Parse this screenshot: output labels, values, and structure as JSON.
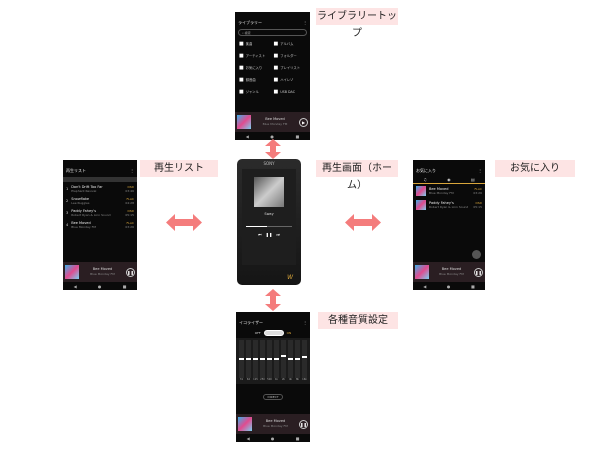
{
  "labels": {
    "library": "ライブラリートップ",
    "playlist": "再生リスト",
    "home": "再生画面（ホーム）",
    "favorites": "お気に入り",
    "sound": "各種音質設定"
  },
  "now_playing": {
    "title": "Bee Moved",
    "artist": "Blue Monday FM"
  },
  "library": {
    "title": "ライブラリー",
    "search": "検索",
    "items": [
      "楽曲",
      "アルバム",
      "アーティスト",
      "フォルダー",
      "お気に入り",
      "プレイリスト",
      "録音曲",
      "ハイレゾ",
      "ジャンル",
      "USB DAC"
    ]
  },
  "playlist": {
    "title": "再生リスト",
    "tracks": [
      {
        "num": "1",
        "title": "Don't Drift Too Far",
        "artist": "Elephant Revival",
        "format": "DSD",
        "time": "03:46"
      },
      {
        "num": "2",
        "title": "Snowflake",
        "artist": "Lee Ruggles",
        "format": "FLAC",
        "time": "04:28"
      },
      {
        "num": "3",
        "title": "Paddy Fahey's",
        "artist": "Robert Ryan & Linn Sound",
        "format": "DSD",
        "time": "05:15"
      },
      {
        "num": "4",
        "title": "Bee Moved",
        "artist": "Blue Monday FM",
        "format": "FLAC",
        "time": "03:26"
      }
    ]
  },
  "favorites": {
    "title": "お気に入り",
    "tracks": [
      {
        "title": "Bee Moved",
        "artist": "Blue Monday FM",
        "format": "FLAC",
        "time": "03:26"
      },
      {
        "title": "Paddy Fahey's",
        "artist": "Robert Ryan & Linn Sound",
        "format": "DSD",
        "time": "05:15"
      }
    ]
  },
  "home": {
    "brand": "SONY",
    "track": "Sway",
    "logo": "W"
  },
  "equalizer": {
    "title": "イコライザー",
    "off": "OFF",
    "on": "ON",
    "bands": [
      "31",
      "62",
      "125",
      "250",
      "500",
      "1k",
      "2k",
      "4k",
      "8k",
      "16k"
    ],
    "direct": "DIRECT"
  },
  "colors": {
    "arrow": "#f47c7c",
    "label_bg": "#fde4e4"
  }
}
